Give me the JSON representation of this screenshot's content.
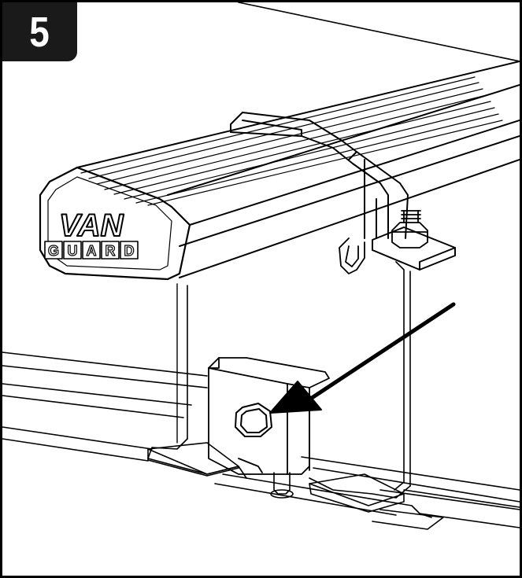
{
  "step": {
    "number": "5"
  },
  "logo": {
    "top_word": "VAN",
    "bottom_letters": [
      "G",
      "U",
      "A",
      "R",
      "D"
    ]
  },
  "colors": {
    "line": "#000000",
    "badge": "#1a1a1a",
    "background": "#ffffff"
  },
  "icons": {
    "arrow": "pointer-arrow-icon",
    "bolt": "hex-bolt-icon"
  }
}
